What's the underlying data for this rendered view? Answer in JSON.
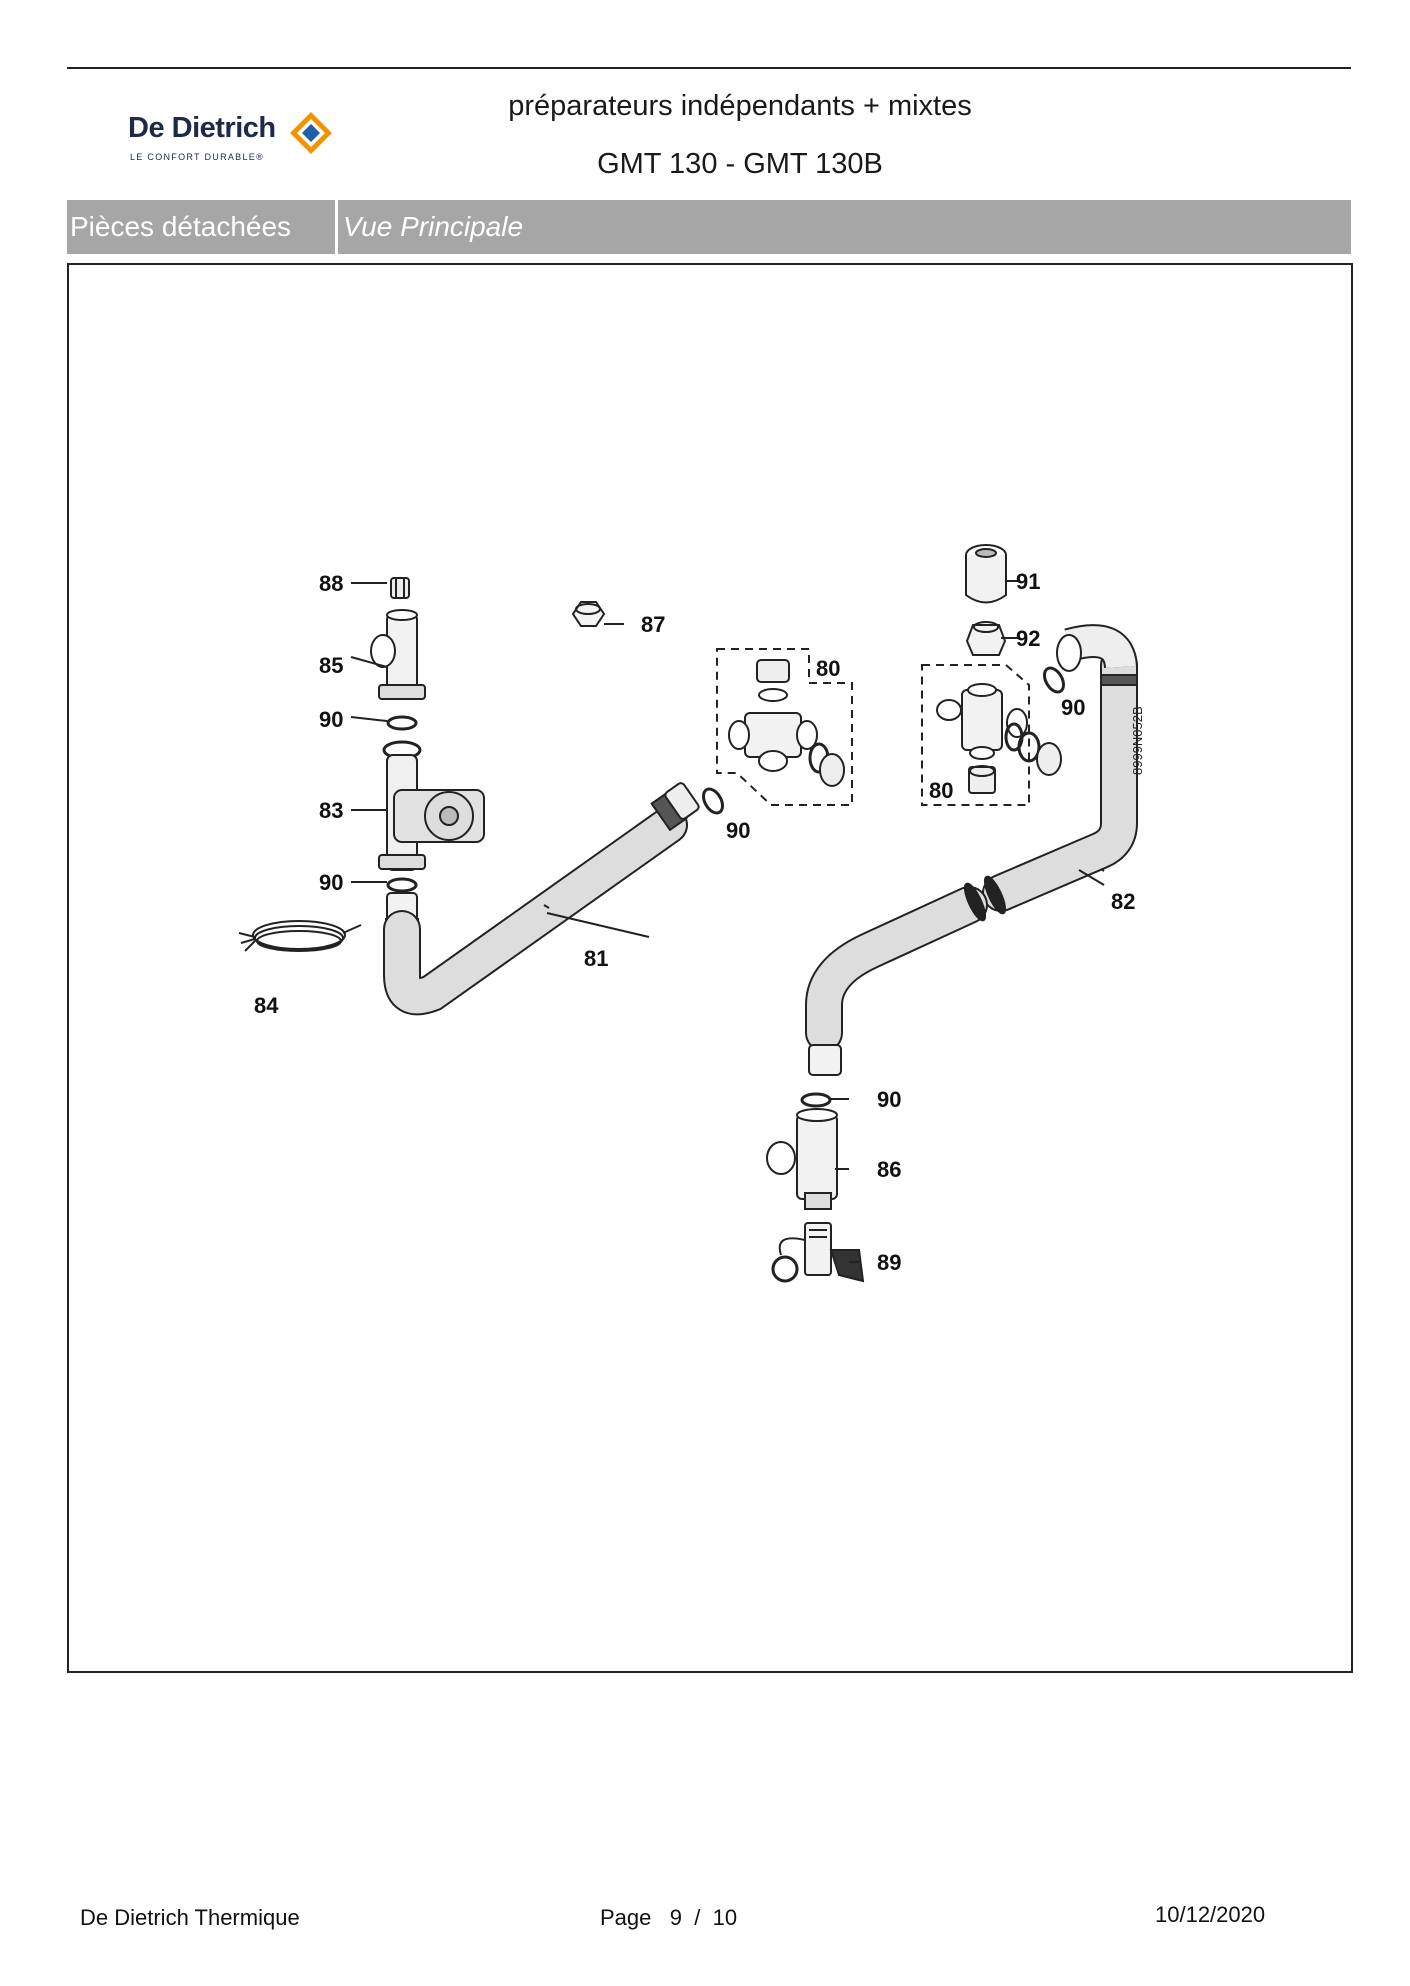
{
  "header": {
    "brand_name": "De Dietrich",
    "brand_tagline": "LE CONFORT DURABLE®",
    "title_line1": "préparateurs indépendants + mixtes",
    "title_line2": "GMT 130 - GMT 130B"
  },
  "section": {
    "category": "Pièces détachées",
    "view": "Vue Principale"
  },
  "diagram": {
    "ref_code": "8999N052B",
    "part_labels": {
      "p88": "88",
      "p85": "85",
      "p90a": "90",
      "p83": "83",
      "p90b": "90",
      "p84": "84",
      "p81": "81",
      "p87": "87",
      "p80a": "80",
      "p90c": "90",
      "p91": "91",
      "p92": "92",
      "p80b": "80",
      "p90d": "90",
      "p82": "82",
      "p90e": "90",
      "p86": "86",
      "p89": "89"
    }
  },
  "footer": {
    "company": "De Dietrich Thermique",
    "page_label": "Page",
    "page_current": "9",
    "page_sep": "/",
    "page_total": "10",
    "date": "10/12/2020"
  },
  "colors": {
    "section_bar": "#a6a6a6",
    "brand_navy": "#1e2a4a",
    "brand_orange": "#f29400",
    "brand_blue": "#1d5fa8"
  }
}
